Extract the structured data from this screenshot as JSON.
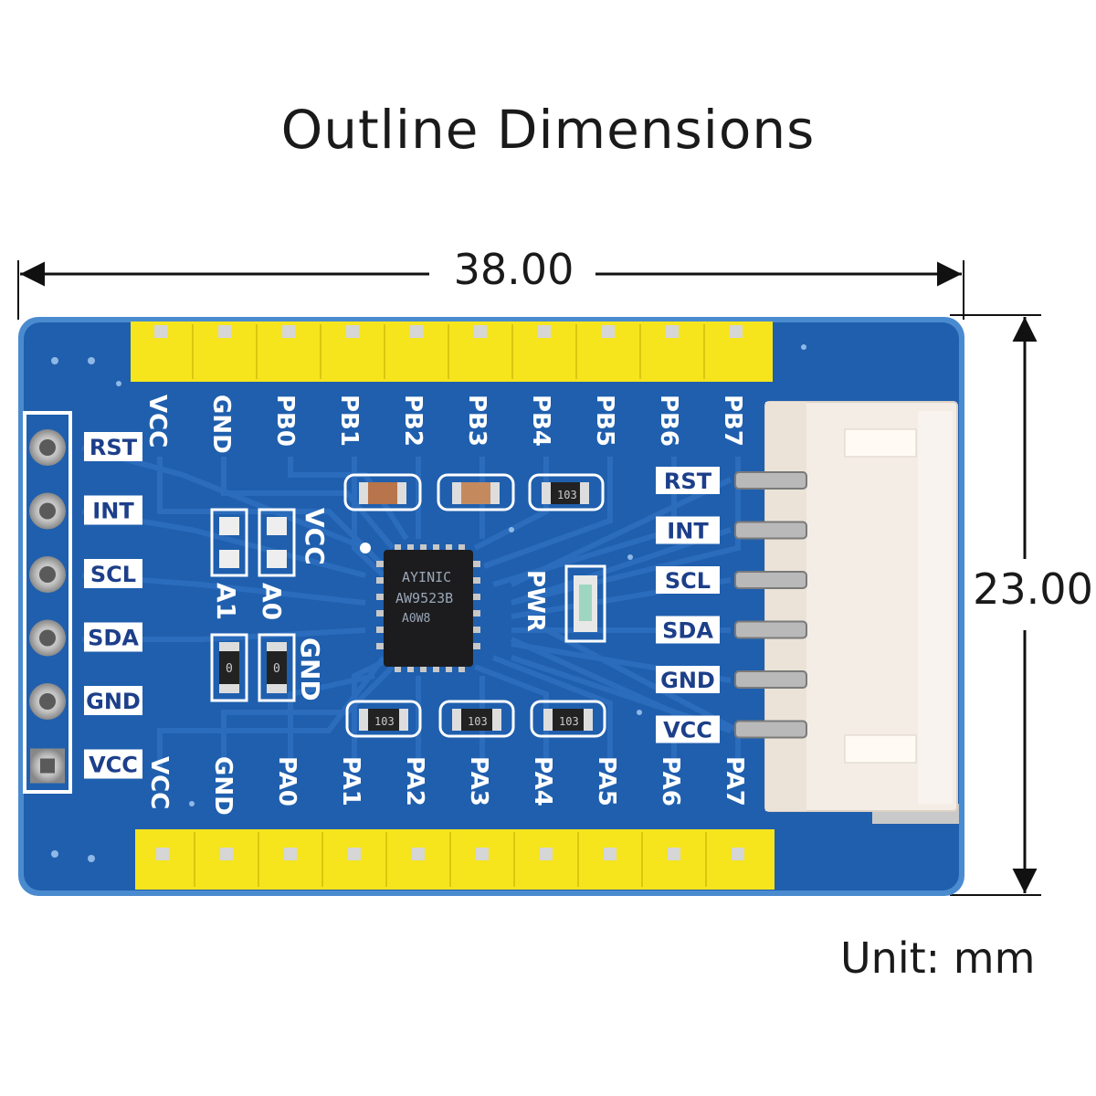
{
  "title": "Outline Dimensions",
  "unit_label": "Unit: mm",
  "dimensions": {
    "width": "38.00",
    "height": "23.00"
  },
  "top_header_pins": [
    "VCC",
    "GND",
    "PB0",
    "PB1",
    "PB2",
    "PB3",
    "PB4",
    "PB5",
    "PB6",
    "PB7"
  ],
  "bottom_header_pins": [
    "VCC",
    "GND",
    "PA0",
    "PA1",
    "PA2",
    "PA3",
    "PA4",
    "PA5",
    "PA6",
    "PA7"
  ],
  "left_header_pins": [
    "RST",
    "INT",
    "SCL",
    "SDA",
    "GND",
    "VCC"
  ],
  "connector_pins": [
    "RST",
    "INT",
    "SCL",
    "SDA",
    "GND",
    "VCC"
  ],
  "addr_labels": {
    "vcc": "VCC",
    "gnd": "GND",
    "a1": "A1",
    "a0": "A0"
  },
  "pwr_label": "PWR",
  "chip": {
    "brand": "AYINIC",
    "part": "AW9523B",
    "code": "A0W8"
  },
  "resistors_top": [
    "",
    "",
    "103"
  ],
  "resistors_bottom": [
    "103",
    "103",
    "103"
  ],
  "addr_resistors": [
    "0",
    "0"
  ],
  "colors": {
    "pcb": "#1f5fae",
    "pcb_edge": "#4a8bd0",
    "header": "#f6e51c",
    "connector": "#f3ede6"
  }
}
